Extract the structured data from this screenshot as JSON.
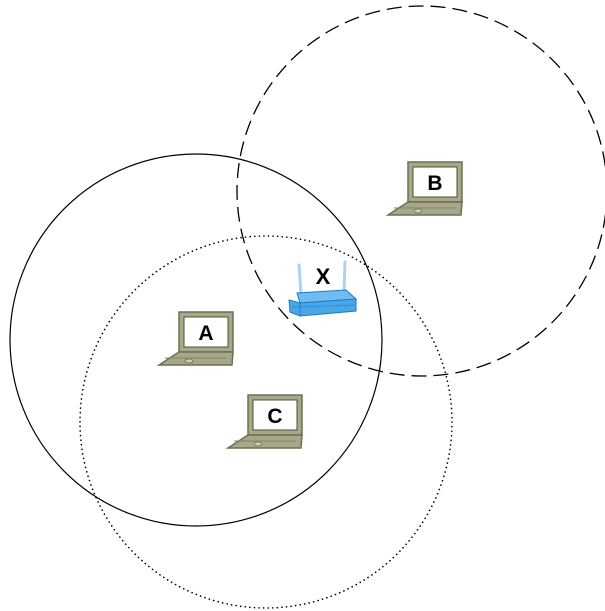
{
  "nodes": {
    "laptop_a": {
      "label": "A",
      "icon": "laptop-icon"
    },
    "laptop_b": {
      "label": "B",
      "icon": "laptop-icon"
    },
    "laptop_c": {
      "label": "C",
      "icon": "laptop-icon"
    },
    "router_x": {
      "label": "X",
      "icon": "wireless-router-icon"
    }
  },
  "ranges": {
    "range_a": {
      "style": "solid"
    },
    "range_b": {
      "style": "dashed"
    },
    "range_c": {
      "style": "dotted"
    }
  },
  "colors": {
    "laptop_body": "#a7a78a",
    "laptop_frame": "#6e6e52",
    "screen_fill": "#ffffff",
    "router_blue": "#4aa6e6",
    "router_dark": "#1f79c4",
    "antenna": "#a9d3f0",
    "stroke": "#000000"
  }
}
